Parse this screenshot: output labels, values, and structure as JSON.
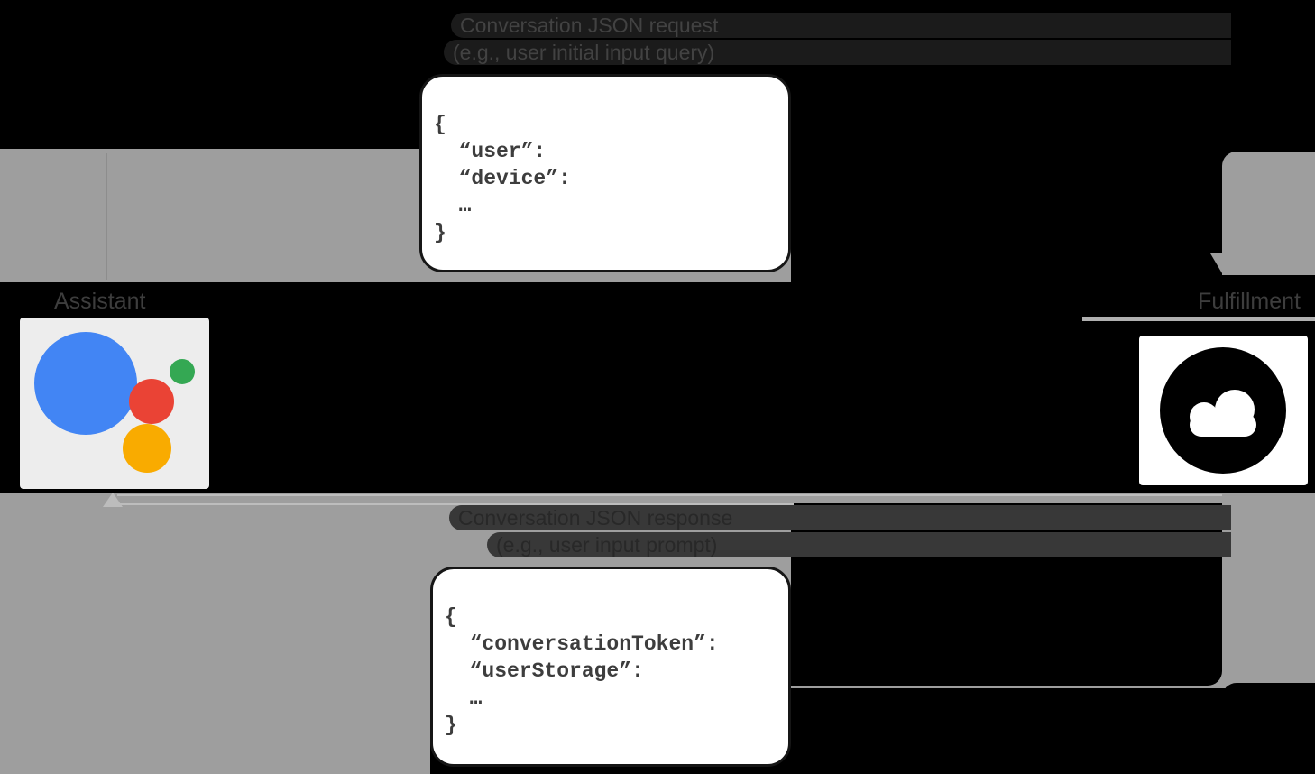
{
  "diagram": {
    "request": {
      "title": "Conversation JSON request",
      "subtitle": "(e.g., user initial input query)",
      "code": "{\n  “user”:\n  “device”:\n  …\n}"
    },
    "response": {
      "title": "Conversation JSON response",
      "subtitle": "(e.g., user input prompt)",
      "code": "{\n  “conversationToken”:\n  “userStorage”:\n  …\n}"
    },
    "left_entity": {
      "label": "Assistant",
      "icon": "google-assistant-logo"
    },
    "right_entity": {
      "label": "Fulfillment",
      "icon": "cloud-icon"
    },
    "colors": {
      "background": "#000000",
      "band_gray": "#9e9e9e",
      "box_background": "#ffffff",
      "code_text": "#3d3d3d",
      "assistant_blue": "#4285f4",
      "assistant_green": "#34a853",
      "assistant_red": "#ea4335",
      "assistant_yellow": "#f9ab00",
      "cloud_icon_black": "#000000"
    }
  }
}
